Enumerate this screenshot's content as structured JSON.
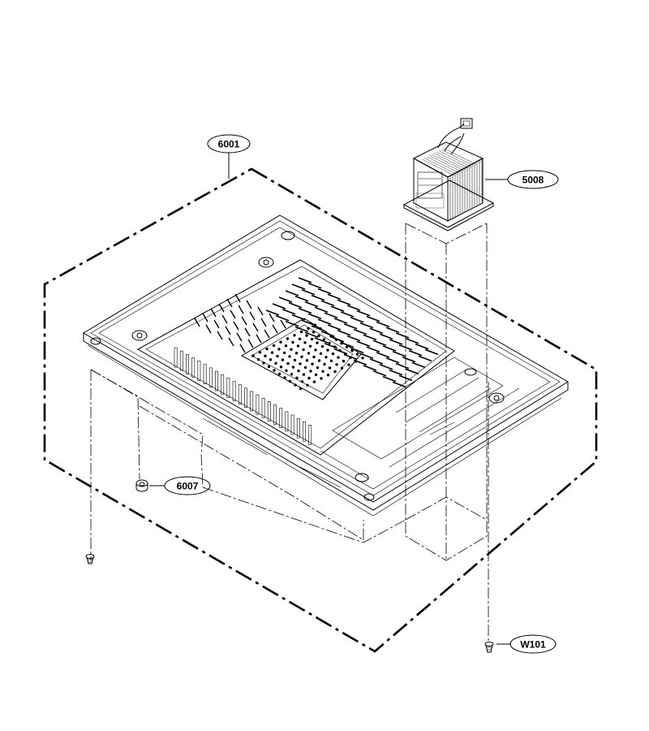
{
  "callouts": [
    {
      "id": "c6001",
      "label": "6001"
    },
    {
      "id": "c5008",
      "label": "5008"
    },
    {
      "id": "c6007",
      "label": "6007"
    },
    {
      "id": "cW101",
      "label": "W101"
    }
  ],
  "parts": {
    "base_plate": "base-plate",
    "transformer": "high-voltage-transformer",
    "foot": "foot",
    "screw": "screw"
  }
}
